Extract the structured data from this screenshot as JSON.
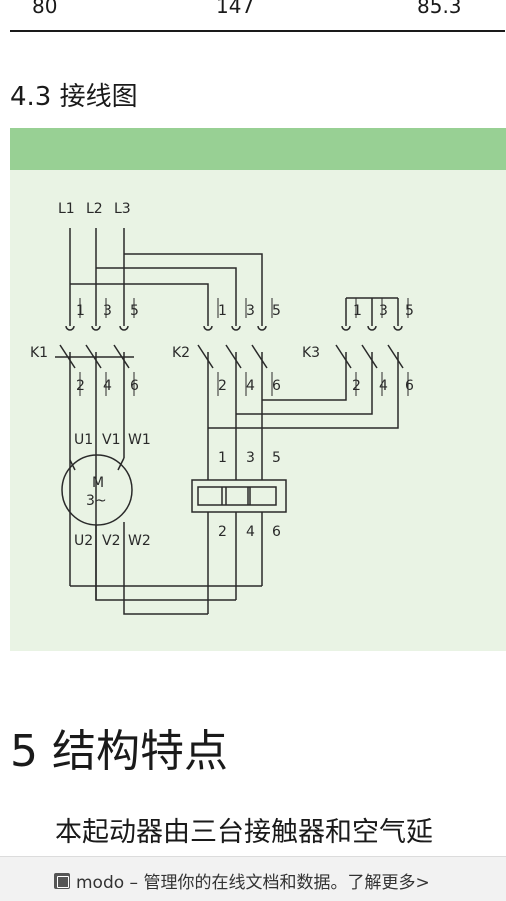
{
  "table_row": {
    "c1": "80",
    "c2": "147",
    "c3": "85.3"
  },
  "section_4_3": "4.3 接线图",
  "diagram": {
    "lines": [
      "L1",
      "L2",
      "L3"
    ],
    "terminals_top": [
      "1",
      "3",
      "5"
    ],
    "terminals_bottom": [
      "2",
      "4",
      "6"
    ],
    "contactors": [
      "K1",
      "K2",
      "K3"
    ],
    "motor_label": "M",
    "motor_phase": "3~",
    "motor_top_terminals": [
      "U1",
      "V1",
      "W1"
    ],
    "motor_bottom_terminals": [
      "U2",
      "V2",
      "W2"
    ]
  },
  "section_5": "5 结构特点",
  "body_text": "本起动器由三台接触器和空气延",
  "footer": {
    "text": "modo – 管理你的在线文档和数据。了解更多>"
  }
}
